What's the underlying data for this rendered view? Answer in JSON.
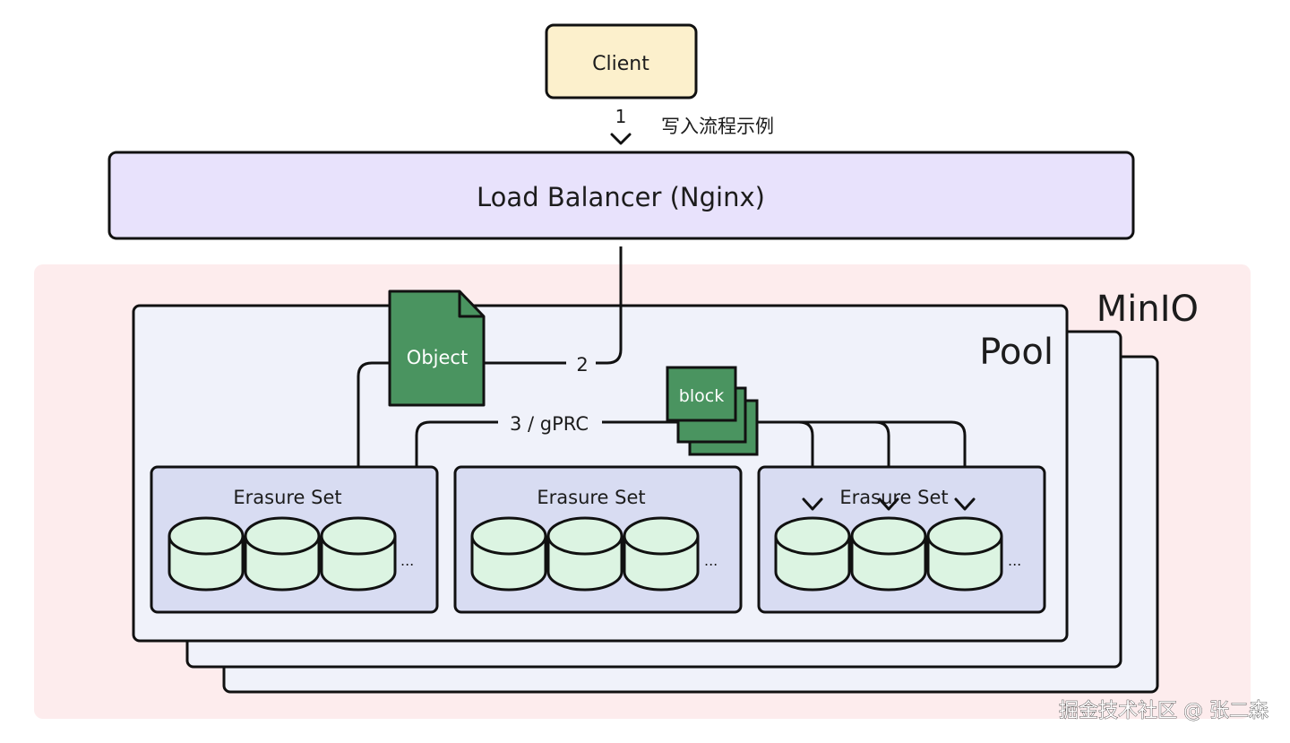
{
  "client": {
    "label": "Client"
  },
  "step1": {
    "number": "1",
    "caption": "写入流程示例"
  },
  "load_balancer": {
    "label": "Load Balancer (Nginx)"
  },
  "minio": {
    "label": "MinIO"
  },
  "pool": {
    "label": "Pool"
  },
  "object": {
    "label": "Object"
  },
  "step2": {
    "label": "2"
  },
  "step3": {
    "label": "3 / gPRC"
  },
  "block": {
    "label": "block"
  },
  "erasure_sets": [
    {
      "label": "Erasure Set",
      "ellipsis": "..."
    },
    {
      "label": "Erasure Set",
      "ellipsis": "..."
    },
    {
      "label": "Erasure Set",
      "ellipsis": "..."
    }
  ],
  "watermark": "掘金技术社区 @ 张二森",
  "colors": {
    "client_fill": "#fcf0cc",
    "lb_fill": "#e8e2fc",
    "minio_bg": "#fdeced",
    "pool_fill": "#f0f2fa",
    "erasure_fill": "#d8dcf2",
    "disk_fill": "#dcf4e2",
    "green": "#4a9460",
    "stroke": "#111111"
  }
}
